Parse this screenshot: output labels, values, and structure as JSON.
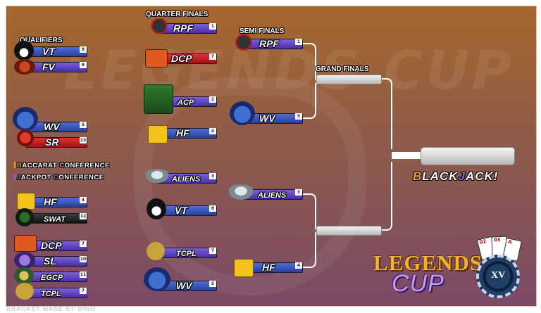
{
  "watermark": "LEGENDS CUP",
  "rounds": {
    "qualifiers": "QUALIFIERS",
    "quarter_finals": "QUARTER FINALS",
    "semi_finals": "SEMI FINALS",
    "grand_finals": "GRAND FINALS"
  },
  "conferences": {
    "baccarat": {
      "initial": "B",
      "rest_a": "ACCARAT ",
      "initial2": "C",
      "rest_b": "ONFERENCE",
      "color": "#f3a21b"
    },
    "jackpot": {
      "initial": "J",
      "rest_a": "ACKPOT ",
      "initial2": "C",
      "rest_b": "ONFERENCE",
      "color": "#8c5cf0"
    }
  },
  "teams": {
    "q_vt": {
      "name": "VT",
      "seed": "8"
    },
    "q_fv": {
      "name": "FV",
      "seed": "9"
    },
    "q_wv": {
      "name": "WV",
      "seed": "5"
    },
    "q_sr": {
      "name": "SR",
      "seed": "13"
    },
    "q_hf": {
      "name": "HF",
      "seed": "4"
    },
    "q_swat": {
      "name": "SWAT",
      "seed": "12"
    },
    "q_dcp": {
      "name": "DCP",
      "seed": "7"
    },
    "q_sl": {
      "name": "SL",
      "seed": "10"
    },
    "q_egcp": {
      "name": "EGCP",
      "seed": "11"
    },
    "q_tcpl": {
      "name": "TCPL",
      "seed": "7"
    },
    "qf_rpf": {
      "name": "RPF",
      "seed": "1"
    },
    "qf_dcp": {
      "name": "DCP",
      "seed": "7"
    },
    "qf_acp": {
      "name": "ACP",
      "seed": "2"
    },
    "qf_hf": {
      "name": "HF",
      "seed": "4"
    },
    "qf_aliens": {
      "name": "ALIENS",
      "seed": "3"
    },
    "qf_vt": {
      "name": "VT",
      "seed": "8"
    },
    "qf_tcpl": {
      "name": "TCPL",
      "seed": "7"
    },
    "qf_wv": {
      "name": "WV",
      "seed": "5"
    },
    "sf_rpf": {
      "name": "RPF",
      "seed": "1"
    },
    "sf_wv": {
      "name": "WV",
      "seed": "5"
    },
    "sf_aliens": {
      "name": "ALIENS",
      "seed": "3"
    },
    "sf_hf": {
      "name": "HF",
      "seed": "4"
    }
  },
  "blackjack": {
    "part1": "B",
    "part2": "LACK",
    "part3": "J",
    "part4": "ACK!"
  },
  "branding": {
    "legends": "LEGENDS",
    "cup": "CUP",
    "chip": "XV"
  },
  "cards": [
    "02",
    "03",
    "A"
  ],
  "footer": "BRACKET MADE BY DINO",
  "colors": {
    "accent_orange": "#f3a21b",
    "accent_purple": "#8c5cf0",
    "bg_top": "#a6672c",
    "bg_bottom": "#7c4a66"
  },
  "icons": [
    "penguin-icon",
    "dragon-icon",
    "viking-icon",
    "hf-shield-icon",
    "skull-icon",
    "ufo-icon",
    "star-icon",
    "cross-icon",
    "flag-icon"
  ]
}
